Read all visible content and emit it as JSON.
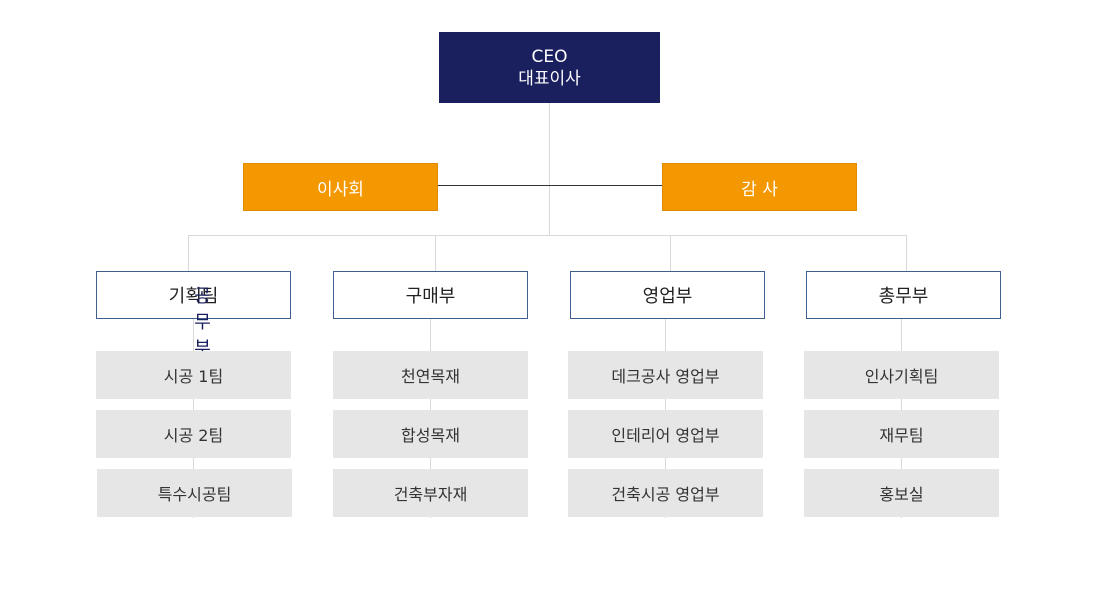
{
  "ceo": {
    "line1": "CEO",
    "line2": "대표이사"
  },
  "board": {
    "left_label": "이사회",
    "right_label": "감 사"
  },
  "departments": [
    {
      "label": "기획팀",
      "overlap_label": "공무부",
      "teams": [
        "시공 1팀",
        "시공 2팀",
        "특수시공팀"
      ]
    },
    {
      "label": "구매부",
      "teams": [
        "천연목재",
        "합성목재",
        "건축부자재"
      ]
    },
    {
      "label": "영업부",
      "teams": [
        "데크공사 영업부",
        "인테리어 영업부",
        "건축시공 영업부"
      ]
    },
    {
      "label": "총무부",
      "teams": [
        "인사기획팀",
        "재무팀",
        "홍보실"
      ]
    }
  ],
  "colors": {
    "ceo_bg": "#1a1f5e",
    "board_bg": "#f39800",
    "dept_border": "#3f5f8f",
    "team_bg": "#e6e6e6",
    "connector": "#d9d9d9"
  }
}
